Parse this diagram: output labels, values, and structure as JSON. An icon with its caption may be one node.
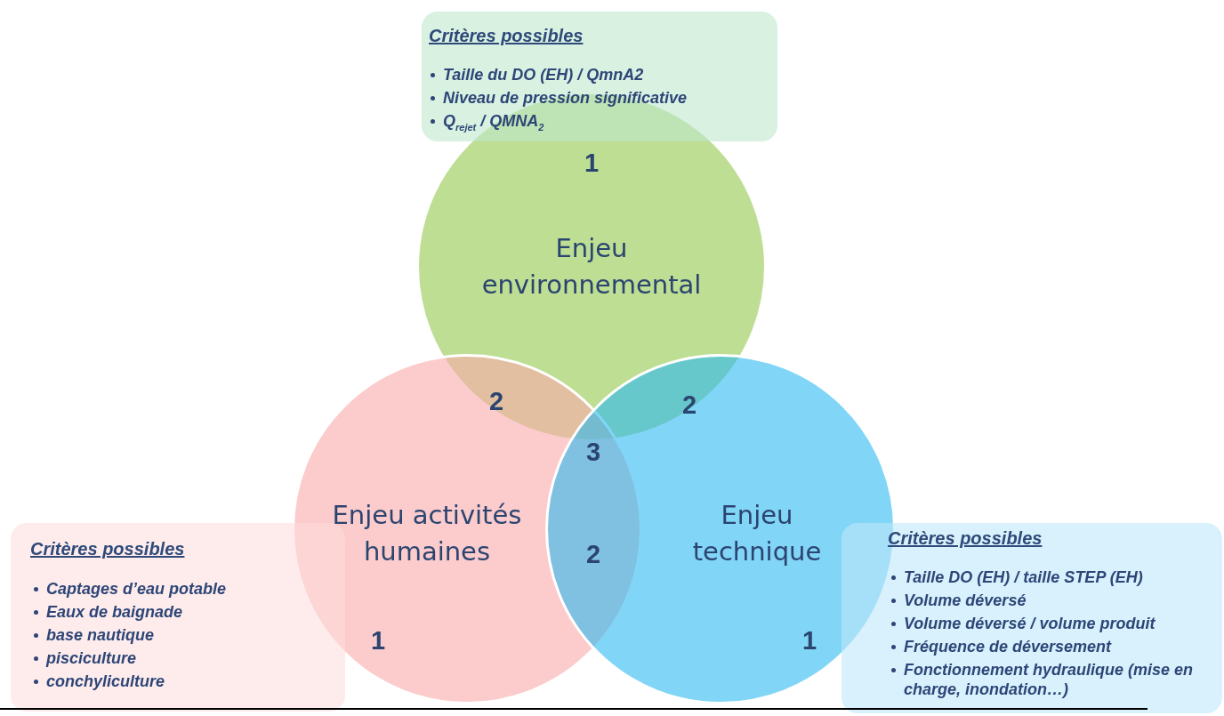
{
  "diagram": {
    "nodes": [
      {
        "text": [
          "Critères possibles",
          "Taille du DO (EH) / QmnA2",
          "Niveau de pression significative",
          "Q$_{rejet}$ / QMNA$_{2}$"
        ]
      },
      {
        "text": [
          "Enjeu environnemental"
        ]
      },
      {
        "text": [
          "Enjeu activités humaines"
        ]
      },
      {
        "text": [
          "Enjeu technique"
        ]
      },
      {
        "text": [
          "Critères possibles",
          "Captages d’eau potable",
          "Eaux de baignade",
          "base nautique",
          "pisciculture",
          "conchyliculture"
        ]
      },
      {
        "text": [
          "Critères possibles",
          "Taille DO (EH) / taille STEP (EH)",
          "Volume déversé",
          "Volume déversé / volume produit",
          "Fréquence de déversement",
          "Fonctionnement hydraulique (mise en charge, inondation…)"
        ]
      }
    ],
    "labels": [
      "1",
      "2",
      "2",
      "3",
      "2",
      "1",
      "1"
    ]
  }
}
